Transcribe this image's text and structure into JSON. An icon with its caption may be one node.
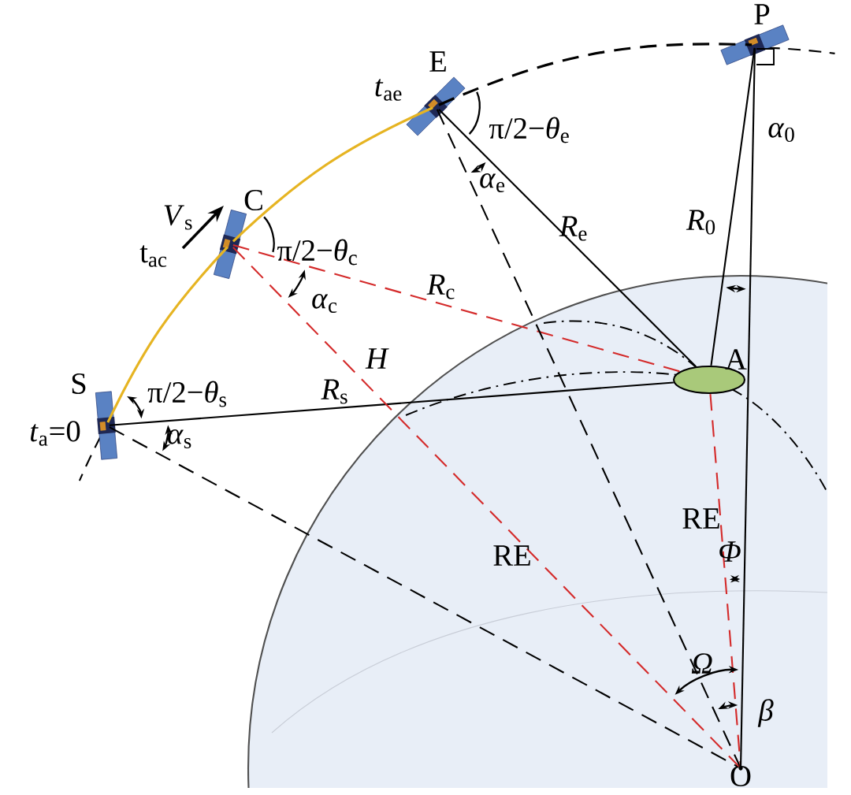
{
  "diagram": {
    "nodes": [
      {
        "text": [
          "S"
        ],
        "beside": [
          "*t*$_{a}$=0"
        ]
      },
      {
        "text": [
          "C"
        ],
        "beside": [
          "t$_{ac}$"
        ]
      },
      {
        "text": [
          "E"
        ],
        "beside": [
          "*t*$_{ae}$"
        ]
      },
      {
        "text": [
          "P"
        ]
      },
      {
        "text": [
          "A"
        ]
      },
      {
        "text": [
          "O"
        ]
      }
    ],
    "edges": [
      {
        "from": 0,
        "to": 4,
        "arrow": "none",
        "label": "*R*$_{s}$"
      },
      {
        "from": 1,
        "to": 4,
        "arrow": "none",
        "label": "*R*$_{c}$",
        "style": "dashed",
        "color": "#d42a2a"
      },
      {
        "from": 2,
        "to": 4,
        "arrow": "none",
        "label": "*R*$_{e}$"
      },
      {
        "from": 3,
        "to": 4,
        "arrow": "none",
        "label": "*R*$_{0}$"
      },
      {
        "from": 0,
        "to": 5,
        "arrow": "none",
        "style": "dashed"
      },
      {
        "from": 1,
        "to": 5,
        "arrow": "none",
        "style": "dashed",
        "color": "#d42a2a"
      },
      {
        "from": 2,
        "to": 5,
        "arrow": "none",
        "style": "dashed"
      },
      {
        "from": 4,
        "to": 5,
        "arrow": "none",
        "style": "dashed",
        "color": "#d42a2a"
      },
      {
        "from": 3,
        "to": 5,
        "arrow": "none"
      },
      {
        "from": 0,
        "to": 1,
        "arrow": "none",
        "color": "#e6b422"
      },
      {
        "from": 1,
        "to": 2,
        "arrow": "none",
        "color": "#e6b422"
      },
      {
        "from": 2,
        "to": 3,
        "arrow": "none",
        "style": "dashed"
      }
    ],
    "labels": [
      "π/2−*θ*$_{e}$",
      "*α*$_{e}$",
      "*α*$_{0}$",
      "*V*$_{s}$",
      "π/2−*θ*$_{c}$",
      "*α*$_{c}$",
      "H",
      "π/2−*θ*$_{s}$",
      "*α*$_{s}$",
      "RE",
      "RE",
      "Φ",
      "Ω",
      "β"
    ]
  }
}
